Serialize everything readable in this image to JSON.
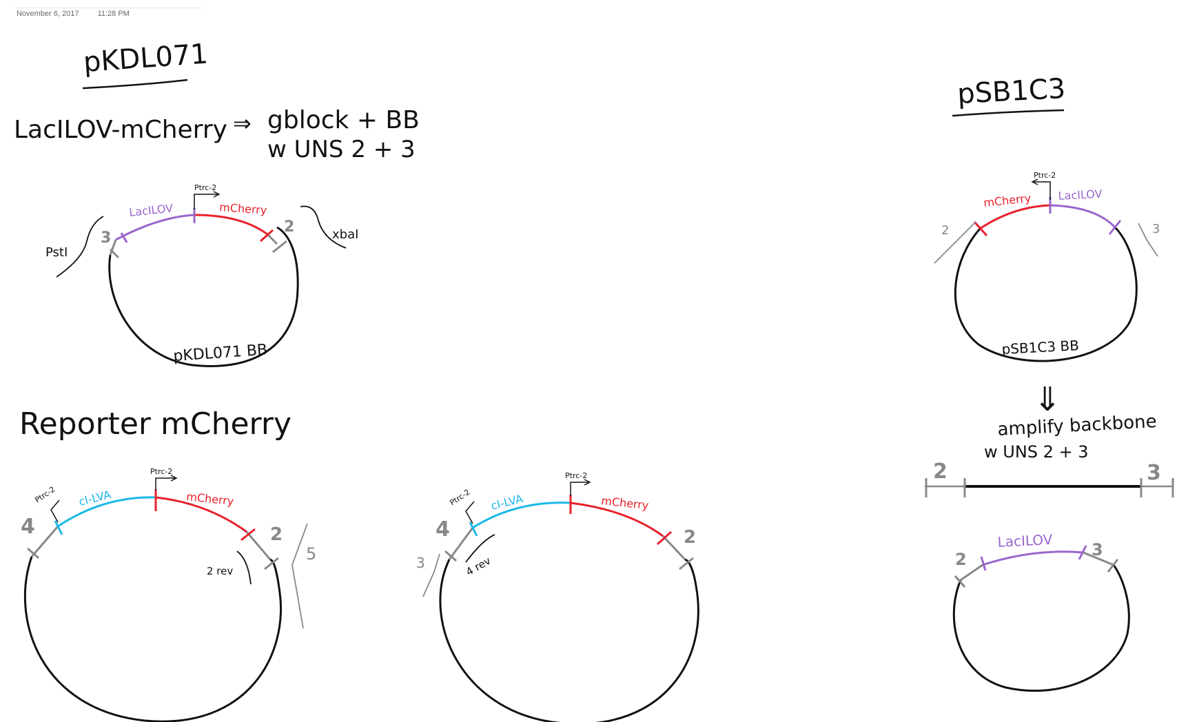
{
  "header": {
    "date": "November 6, 2017",
    "time": "11:28 PM"
  },
  "colors": {
    "ink": "#111111",
    "grey": "#888888",
    "purple": "#9966cc",
    "red": "#e8202a",
    "cyan": "#1ab8e8"
  },
  "pkdl071": {
    "title": "pKDL071",
    "line1_left": "LacILOV-mCherry",
    "arrow": "⇒",
    "line1_right": "gblock + BB",
    "line2": "w UNS 2 + 3",
    "promoter": "Ptrc-2",
    "label_laclov": "LacILOV",
    "label_mcherry": "mCherry",
    "num_3": "3",
    "num_2": "2",
    "enzyme_left": "PstI",
    "enzyme_right": "xbaI",
    "backbone": "pKDL071 BB"
  },
  "reporter": {
    "title": "Reporter mCherry",
    "left": {
      "promoter1": "Ptrc-2",
      "promoter2": "Ptrc-2",
      "label_cl": "cI-LVA",
      "label_mcherry": "mCherry",
      "num_4": "4",
      "num_2": "2",
      "num_5": "5",
      "primer": "2 rev"
    },
    "right": {
      "promoter1": "Ptrc-2",
      "promoter2": "Ptrc-2",
      "label_cl": "cI-LVA",
      "label_mcherry": "mCherry",
      "num_4": "4",
      "num_2": "2",
      "num_3": "3",
      "primer": "4 rev"
    }
  },
  "psb1c3": {
    "title": "pSB1C3",
    "promoter": "Ptrc-2",
    "label_mcherry": "mCherry",
    "label_laclov": "LacILOV",
    "num_2": "2",
    "num_3": "3",
    "backbone": "pSB1C3 BB",
    "arrow": "⇓",
    "amplify": "amplify backbone",
    "amplify2": "w UNS 2 + 3",
    "linear_2": "2",
    "linear_3": "3",
    "small_2": "2",
    "small_3": "3",
    "small_laclov": "LacILOV"
  }
}
